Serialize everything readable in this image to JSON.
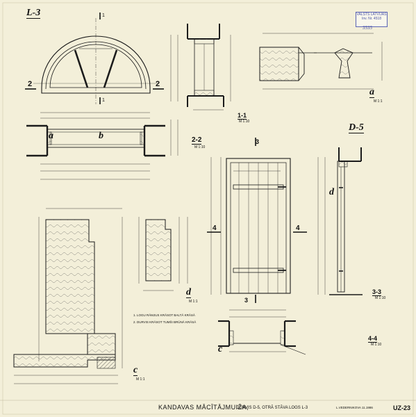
{
  "sheet": {
    "drawing_number": "UZ-23",
    "title_main": "KANDAVAS MĀCĪTĀJMUIŽA,",
    "title_sub": "DURVIS D-5, OTRĀ STĀVA LOGS L-3",
    "author_note": "L.VEDERNIKOVA  11.1986",
    "stamp_line1": "VALSTS LATVIJAS",
    "stamp_line2": "Inv. Nr. 4518",
    "stamp_number": "3535"
  },
  "labels": {
    "window": "L-3",
    "door": "D-5",
    "sec_2_left": "2",
    "sec_2_right": "2",
    "sec_1_top": "1",
    "sec_1_bottom": "1",
    "sec_11": "1-1",
    "sec_22": "2-2",
    "sec_3_top": "3",
    "sec_3_bottom": "3",
    "sec_4_left": "4",
    "sec_4_right": "4",
    "sec_33": "3-3",
    "sec_44": "4-4",
    "det_a_plan": "a",
    "det_b_plan": "b",
    "det_a_title": "a",
    "det_c_title": "c",
    "det_c_small": "c",
    "det_d_title": "d",
    "det_d_side": "d",
    "scale_11": "M 1:10",
    "scale_22": "M 1:10",
    "scale_a": "M 1:1",
    "scale_c": "M 1:1",
    "scale_d": "M 1:1",
    "scale_33": "M 1:10",
    "scale_44": "M 1:10"
  },
  "notes": {
    "line1": "1. LOGU RĀMJUS KRĀSOT BALTĀ KRĀSĀ",
    "line2": "2. DURVIS KRĀSOT TUMŠI BRŪNĀ KRĀSĀ"
  },
  "colors": {
    "paper": "#f3efd9",
    "ink": "#1b1b1b",
    "stamp": "#4b55a8"
  }
}
